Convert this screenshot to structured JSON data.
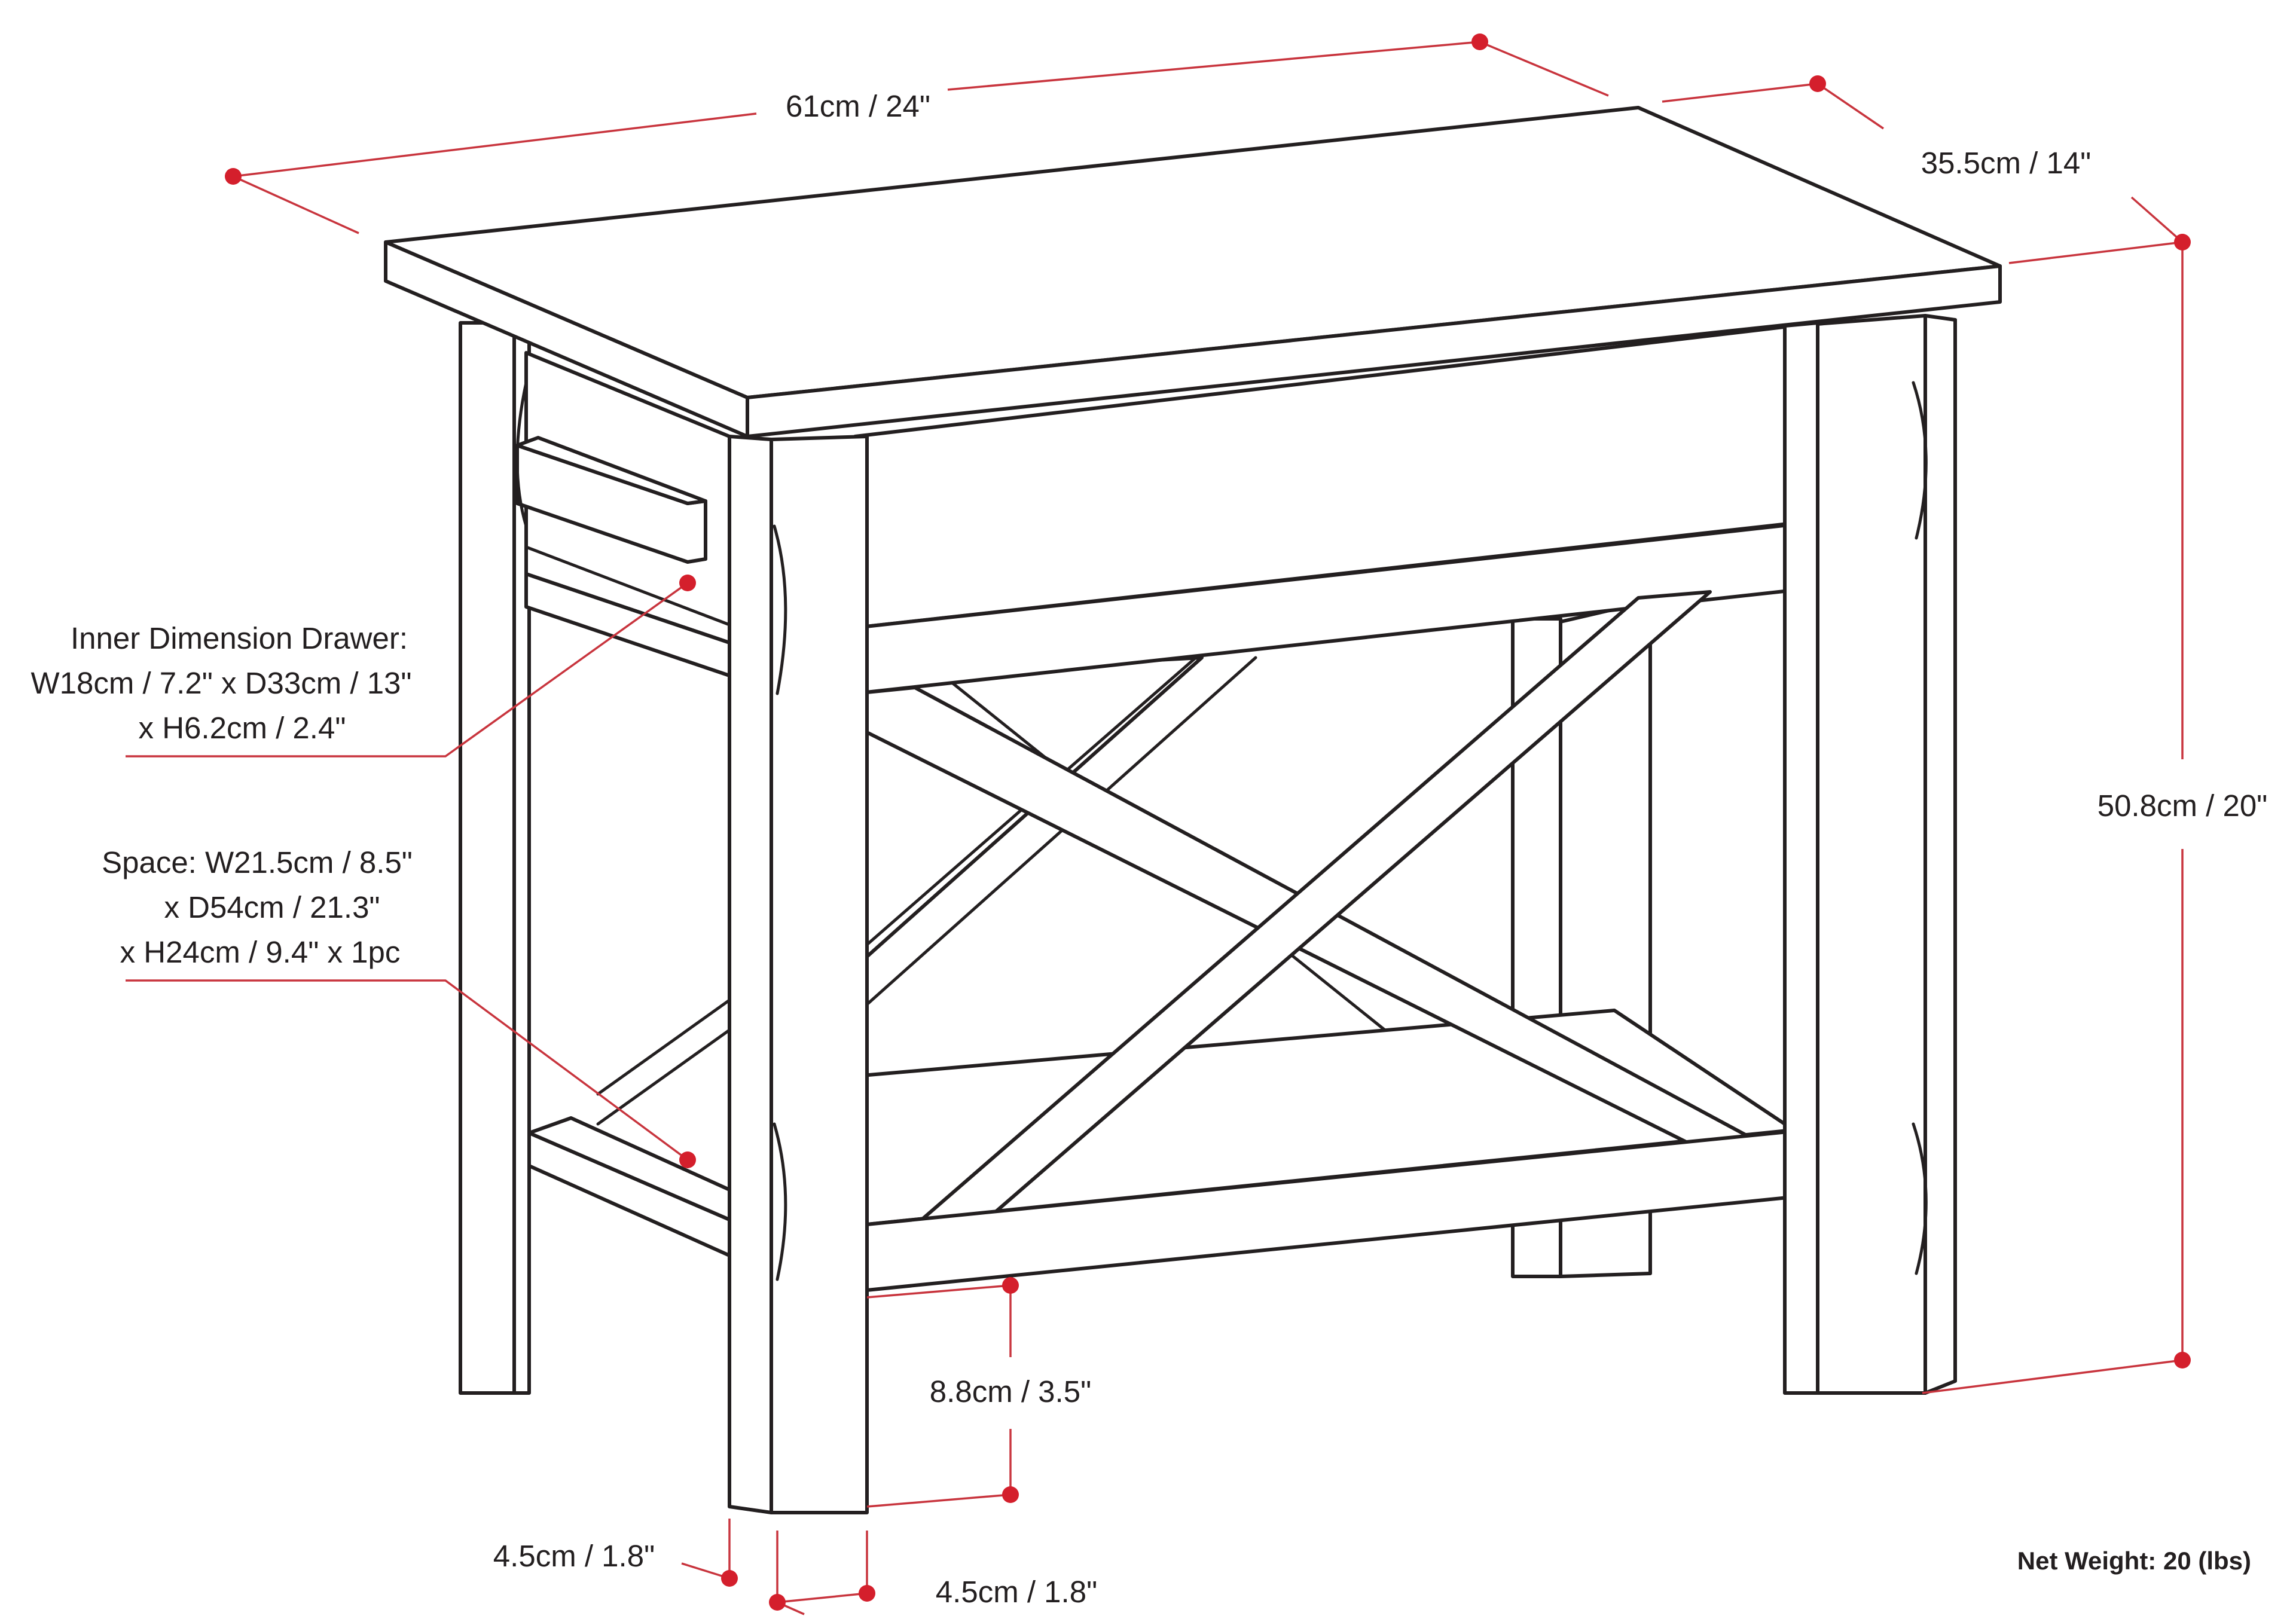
{
  "colors": {
    "dimension": "#c8343d",
    "dot": "#d41f2c",
    "outline": "#231f20",
    "background": "#ffffff"
  },
  "dimensions": {
    "width": "61cm / 24\"",
    "depth": "35.5cm / 14\"",
    "height": "50.8cm / 20\"",
    "ground_clearance": "8.8cm / 3.5\"",
    "leg_width_side": "4.5cm / 1.8\"",
    "leg_width_front": "4.5cm / 1.8\""
  },
  "drawer": {
    "line1": "Inner Dimension Drawer:",
    "line2": "W18cm / 7.2\" x D33cm / 13\"",
    "line3": "x H6.2cm / 2.4\""
  },
  "shelf": {
    "line1": "Space: W21.5cm / 8.5\"",
    "line2": "x D54cm / 21.3\"",
    "line3": "x H24cm / 9.4\" x 1pc"
  },
  "net_weight": "Net Weight: 20 (lbs)"
}
